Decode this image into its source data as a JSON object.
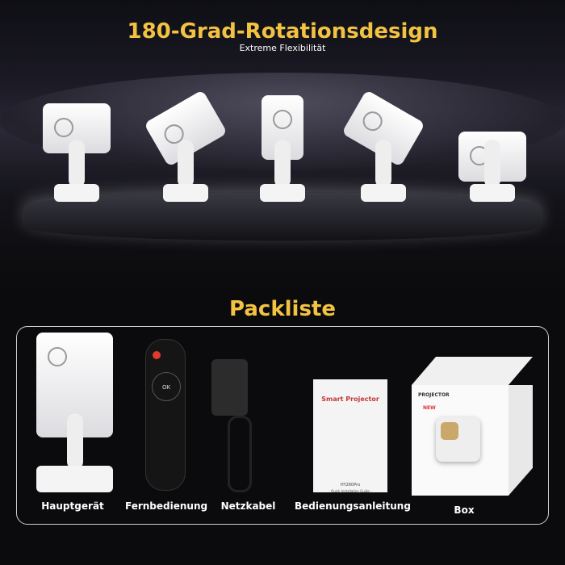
{
  "header": {
    "title": "180-Grad-Rotationsdesign",
    "subtitle": "Extreme Flexibilität"
  },
  "rotation_angles": [
    -90,
    -45,
    0,
    45,
    90
  ],
  "packlist": {
    "title": "Packliste",
    "items": [
      {
        "label": "Hauptgerät"
      },
      {
        "label": "Fernbedienung"
      },
      {
        "label": "Netzkabel"
      },
      {
        "label": "Bedienungsanleitung",
        "manual_title": "Smart Projector",
        "model": "HY260Pro",
        "guide": "- Quick Installation Guide -"
      },
      {
        "label": "Box",
        "box_label": "PROJECTOR",
        "badge": "NEW"
      }
    ]
  },
  "remote": {
    "ok_label": "OK"
  },
  "colors": {
    "accent": "#f2c242",
    "background": "#0b0b0d"
  }
}
